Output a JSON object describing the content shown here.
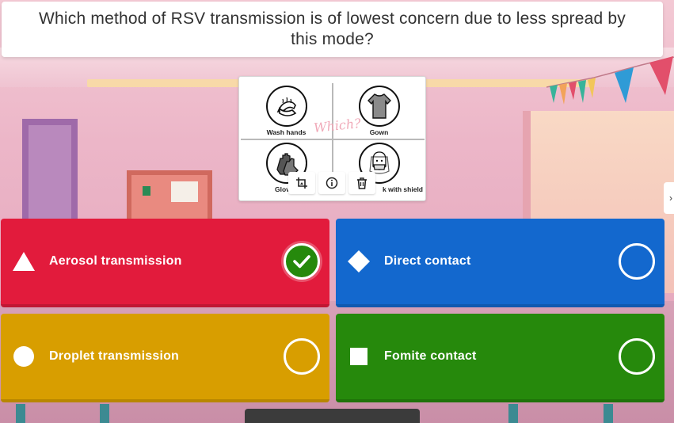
{
  "question": {
    "text": "Which method of RSV transmission is of lowest concern due to less spread by this mode?"
  },
  "image": {
    "captions": [
      "Wash hands",
      "Gown",
      "Glov",
      "k with shield"
    ],
    "scribble": "Which?",
    "tools": [
      {
        "icon": "crop-icon"
      },
      {
        "icon": "info-icon"
      },
      {
        "icon": "trash-icon"
      }
    ]
  },
  "side_handle": {
    "icon": "chevron-right-icon"
  },
  "options": [
    {
      "label": "Aerosol transmission",
      "shape": "triangle-icon",
      "color": "#e21b3c",
      "selected": true
    },
    {
      "label": "Direct contact",
      "shape": "diamond-icon",
      "color": "#1368ce",
      "selected": false
    },
    {
      "label": "Droplet transmission",
      "shape": "circle-icon",
      "color": "#d89e00",
      "selected": false
    },
    {
      "label": "Fomite contact",
      "shape": "square-icon",
      "color": "#26890c",
      "selected": false
    }
  ]
}
